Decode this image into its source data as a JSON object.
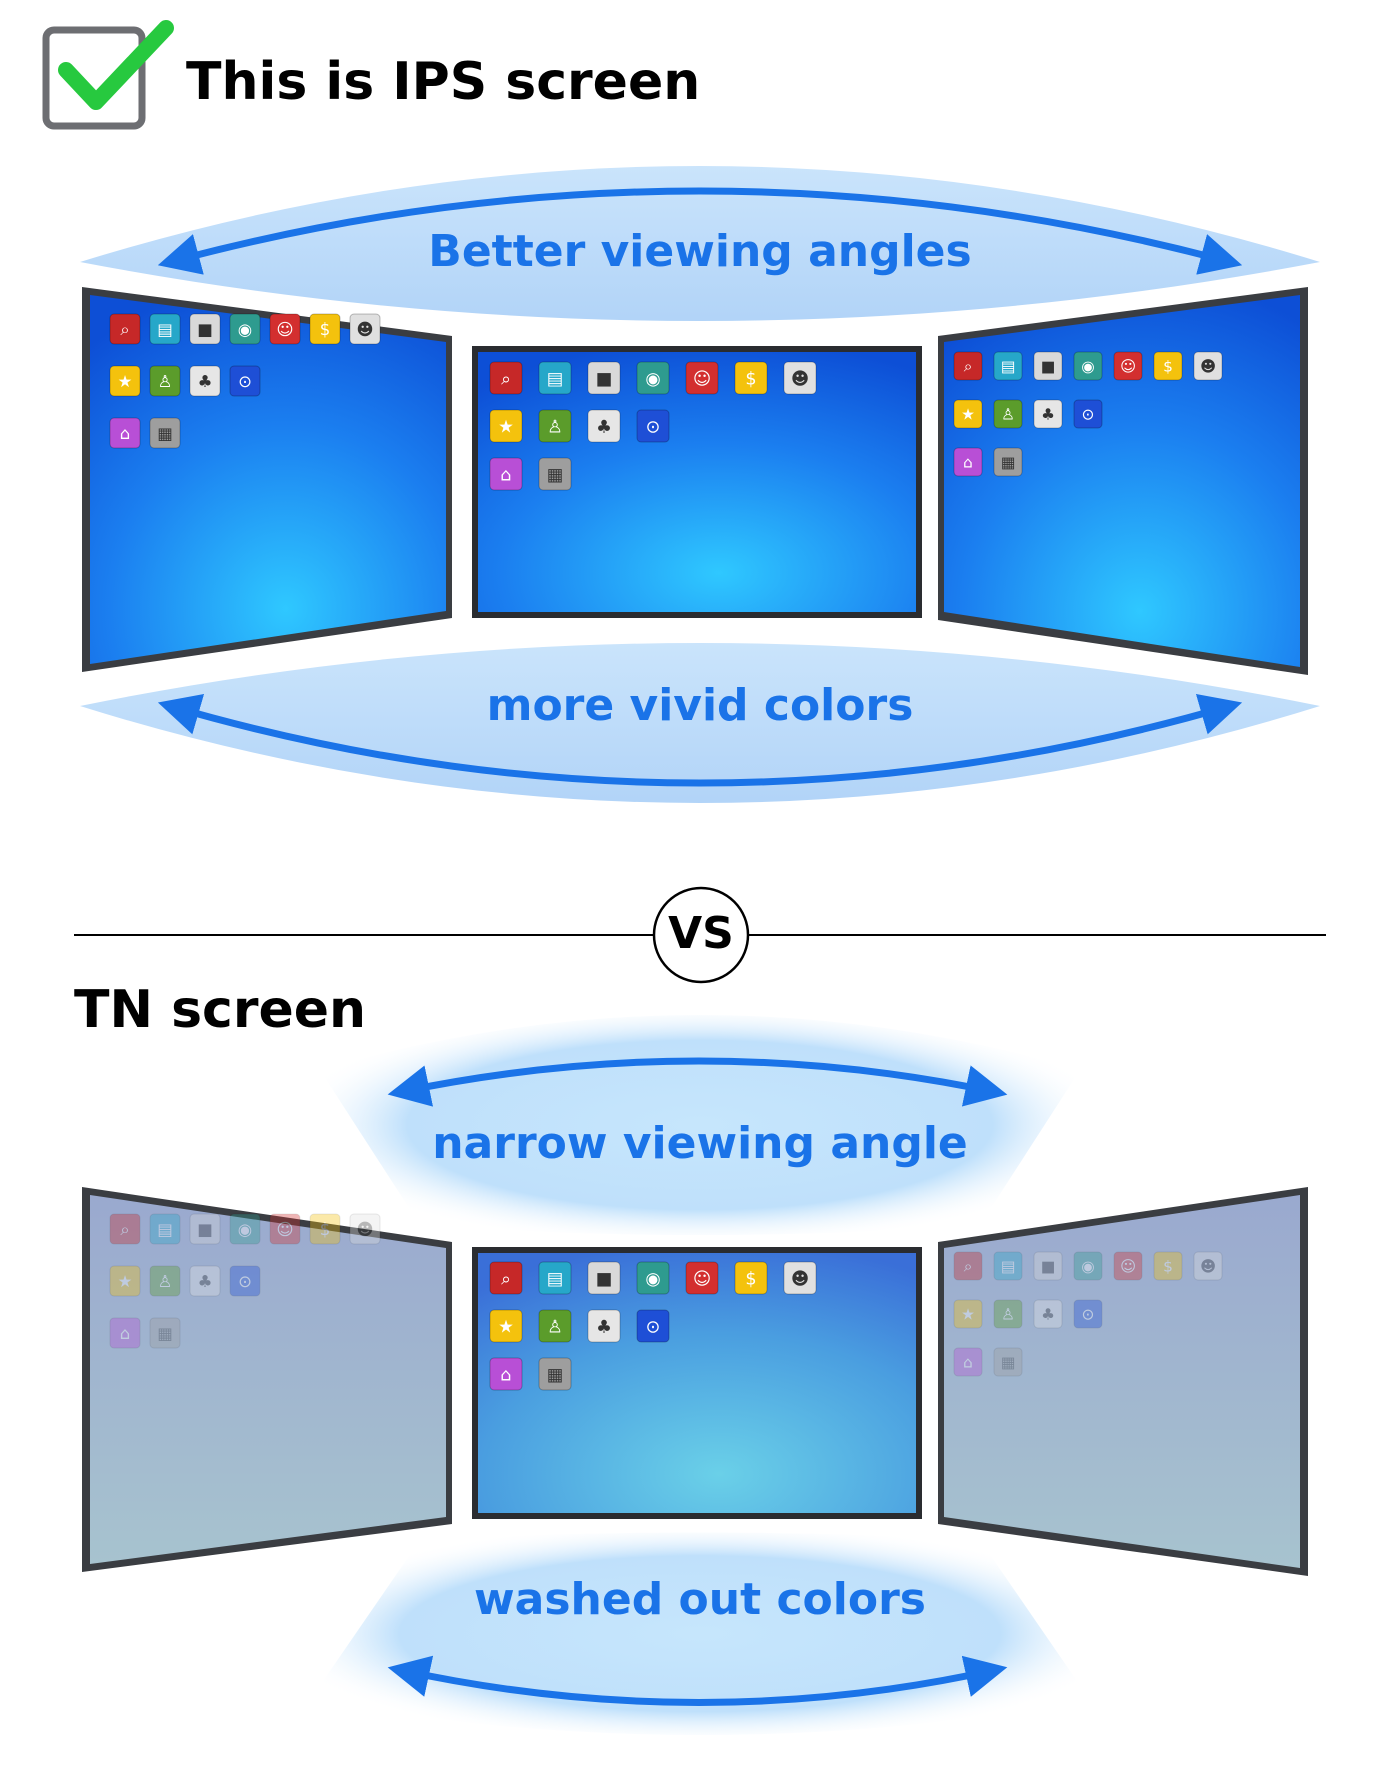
{
  "ips": {
    "title": "This is IPS screen",
    "top_label": "Better viewing angles",
    "bottom_label": "more vivid colors"
  },
  "divider": {
    "vs": "VS"
  },
  "tn": {
    "title": "TN screen",
    "top_label": "narrow viewing angle",
    "bottom_label": "washed out colors"
  },
  "colors": {
    "accent": "#1a73e8",
    "checkmark": "#2ecc40",
    "ips_screen": "#1e7cf0",
    "tn_side_screen": "#9fb3cf"
  },
  "icons": [
    "magnifier-icon",
    "photos-icon",
    "film-icon",
    "camera-icon",
    "user-icon",
    "money-icon",
    "face-icon",
    "star-icon",
    "profile-icon",
    "tree-icon",
    "cart-icon",
    "home-icon",
    "trash-icon"
  ]
}
